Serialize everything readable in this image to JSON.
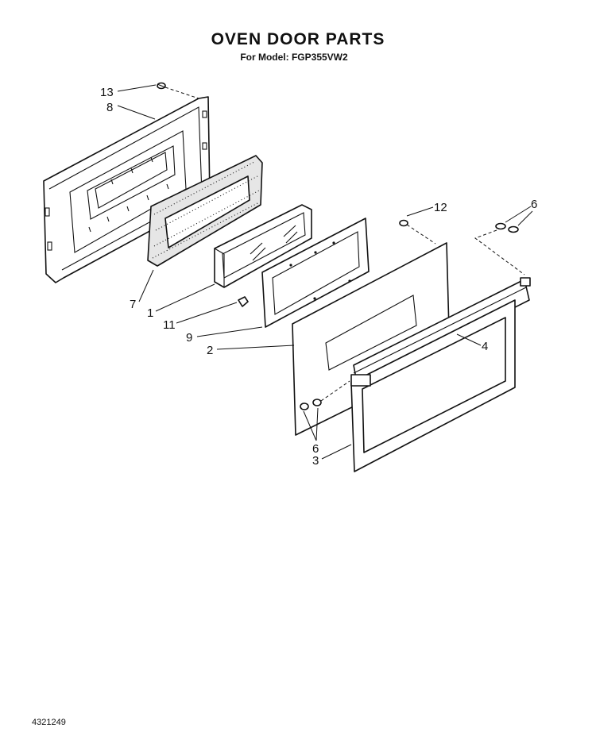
{
  "title": "OVEN DOOR PARTS",
  "subtitle": "For Model: FGP355VW2",
  "document_number": "4321249",
  "callouts": [
    {
      "id": "13",
      "text": "13"
    },
    {
      "id": "8",
      "text": "8"
    },
    {
      "id": "7",
      "text": "7"
    },
    {
      "id": "1",
      "text": "1"
    },
    {
      "id": "11",
      "text": "11"
    },
    {
      "id": "9",
      "text": "9"
    },
    {
      "id": "2",
      "text": "2"
    },
    {
      "id": "12",
      "text": "12"
    },
    {
      "id": "6-top",
      "text": "6"
    },
    {
      "id": "4",
      "text": "4"
    },
    {
      "id": "6-bottom",
      "text": "6"
    },
    {
      "id": "3",
      "text": "3"
    }
  ]
}
